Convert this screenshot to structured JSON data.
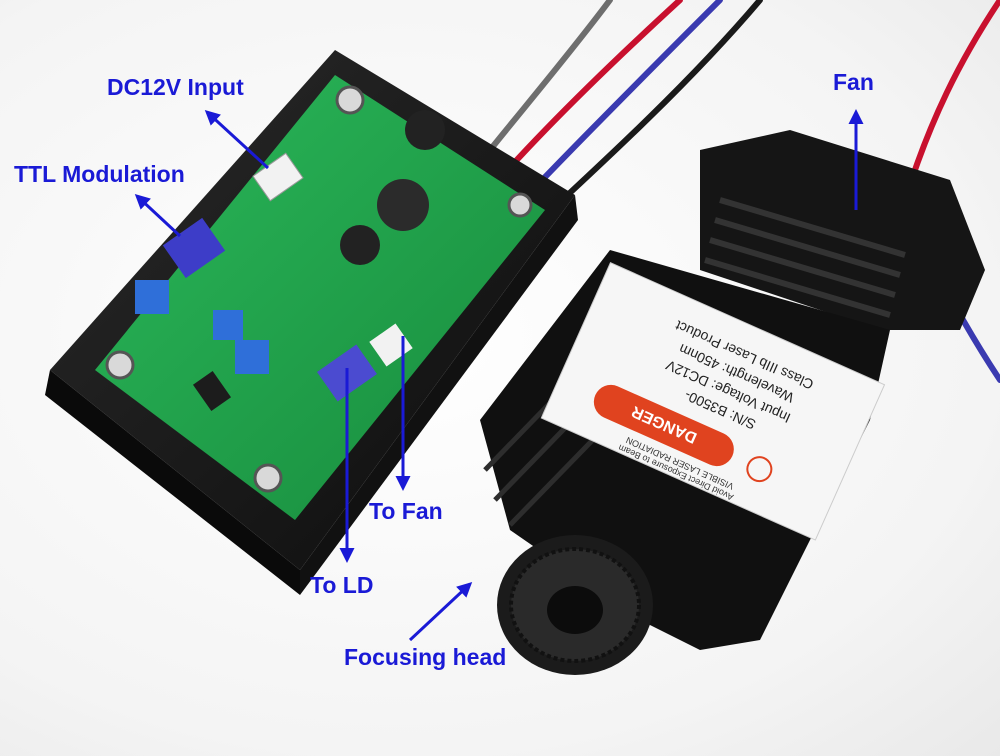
{
  "callouts": {
    "dc_input": "DC12V Input",
    "ttl": "TTL Modulation",
    "fan": "Fan",
    "to_fan": "To Fan",
    "to_ld": "To LD",
    "focusing_head": "Focusing head"
  },
  "label": {
    "line1": "Class  IIIb Laser Product",
    "line2": "Wavelength:  450nm",
    "line3": "Input Voltage:  DC12V",
    "line4": "S/N:  B3500-",
    "danger": "DANGER",
    "warn1": "VISIBLE LASER RADIATION",
    "warn2": "Avoid Direct Exposure to Beam"
  },
  "colors": {
    "arrow": "#1a1ad6",
    "pcb": "#1fa34a",
    "heatsink": "#161616",
    "danger": "#e0431f"
  }
}
